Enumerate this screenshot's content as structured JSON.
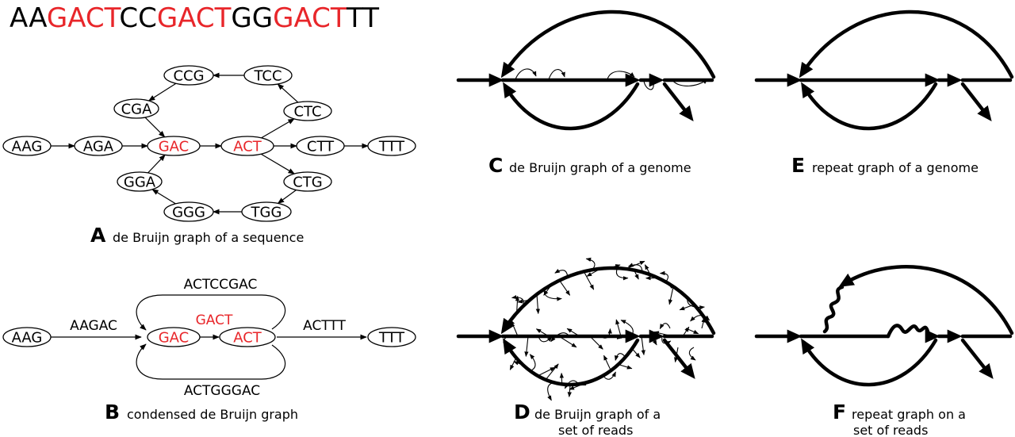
{
  "colors": {
    "highlight": "#e8262a",
    "ink": "#000000"
  },
  "sequence": [
    {
      "text": "AA",
      "hl": false
    },
    {
      "text": "GACT",
      "hl": true
    },
    {
      "text": "CC",
      "hl": false
    },
    {
      "text": "GACT",
      "hl": true
    },
    {
      "text": "GG",
      "hl": false
    },
    {
      "text": "GACT",
      "hl": true
    },
    {
      "text": "TT",
      "hl": false
    }
  ],
  "panelA": {
    "letter": "A",
    "caption": "de Bruijn graph of a sequence",
    "nodes": [
      {
        "id": "AAG",
        "label": "AAG",
        "hl": false
      },
      {
        "id": "AGA",
        "label": "AGA",
        "hl": false
      },
      {
        "id": "GAC",
        "label": "GAC",
        "hl": true
      },
      {
        "id": "ACT",
        "label": "ACT",
        "hl": true
      },
      {
        "id": "CTT",
        "label": "CTT",
        "hl": false
      },
      {
        "id": "TTT",
        "label": "TTT",
        "hl": false
      },
      {
        "id": "CGA",
        "label": "CGA",
        "hl": false
      },
      {
        "id": "CCG",
        "label": "CCG",
        "hl": false
      },
      {
        "id": "TCC",
        "label": "TCC",
        "hl": false
      },
      {
        "id": "CTC",
        "label": "CTC",
        "hl": false
      },
      {
        "id": "GGA",
        "label": "GGA",
        "hl": false
      },
      {
        "id": "GGG",
        "label": "GGG",
        "hl": false
      },
      {
        "id": "TGG",
        "label": "TGG",
        "hl": false
      },
      {
        "id": "CTG",
        "label": "CTG",
        "hl": false
      }
    ],
    "edges": [
      [
        "AAG",
        "AGA"
      ],
      [
        "AGA",
        "GAC"
      ],
      [
        "GAC",
        "ACT"
      ],
      [
        "ACT",
        "CTT"
      ],
      [
        "CTT",
        "TTT"
      ],
      [
        "ACT",
        "CTC"
      ],
      [
        "CTC",
        "TCC"
      ],
      [
        "TCC",
        "CCG"
      ],
      [
        "CCG",
        "CGA"
      ],
      [
        "CGA",
        "GAC"
      ],
      [
        "ACT",
        "CTG"
      ],
      [
        "CTG",
        "TGG"
      ],
      [
        "TGG",
        "GGG"
      ],
      [
        "GGG",
        "GGA"
      ],
      [
        "GGA",
        "GAC"
      ]
    ]
  },
  "panelB": {
    "letter": "B",
    "caption": "condensed de Bruijn graph",
    "nodes": [
      {
        "id": "AAG",
        "label": "AAG",
        "hl": false
      },
      {
        "id": "GAC",
        "label": "GAC",
        "hl": true
      },
      {
        "id": "ACT",
        "label": "ACT",
        "hl": true
      },
      {
        "id": "TTT",
        "label": "TTT",
        "hl": false
      }
    ],
    "edge_labels": {
      "aag_gac": "AAGAC",
      "gac_act": "GACT",
      "act_ttt": "ACTTT",
      "top_loop": "ACTCCGAC",
      "bottom_loop": "ACTGGGAC"
    }
  },
  "panelC": {
    "letter": "C",
    "caption": "de Bruijn graph of a genome"
  },
  "panelD": {
    "letter": "D",
    "caption_line1": "de Bruijn graph of a",
    "caption_line2": "set of reads"
  },
  "panelE": {
    "letter": "E",
    "caption": "repeat graph of a genome"
  },
  "panelF": {
    "letter": "F",
    "caption_line1": "repeat graph on a",
    "caption_line2": "set of reads"
  }
}
